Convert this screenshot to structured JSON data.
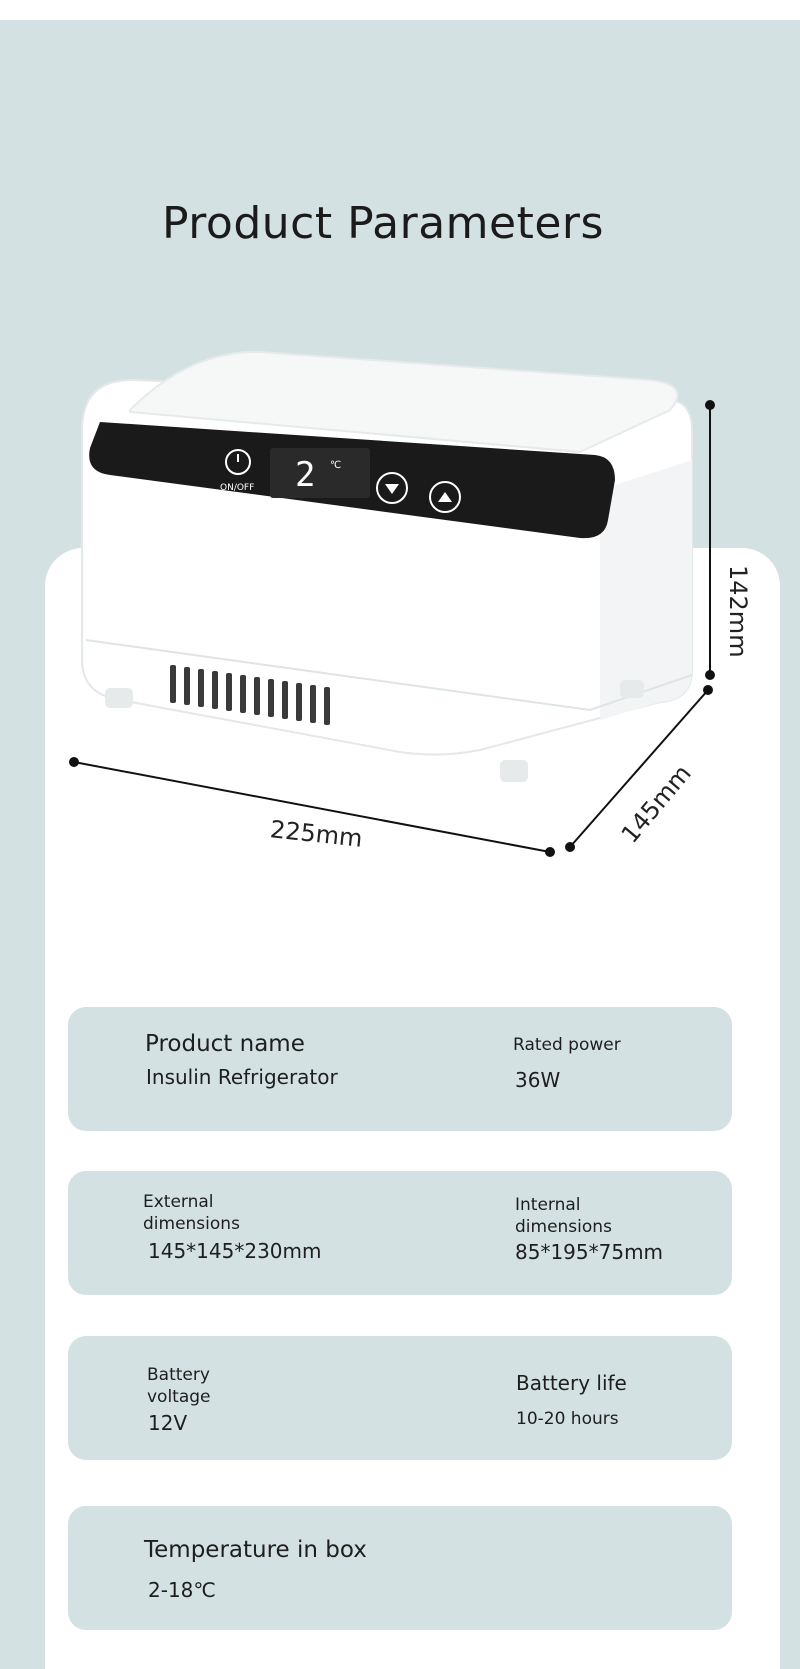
{
  "title": "Product Parameters",
  "dimensions": {
    "width": "225mm",
    "height": "142mm",
    "depth": "145mm"
  },
  "device": {
    "power_label": "ON/OFF",
    "display_value": "2",
    "display_unit": "℃"
  },
  "params": {
    "product_name_label": "Product name",
    "product_name_value": "Insulin Refrigerator",
    "rated_power_label": "Rated power",
    "rated_power_value": "36W",
    "external_label_line1": "External",
    "external_label_line2": "dimensions",
    "external_value": "145*145*230mm",
    "internal_label_line1": "Internal",
    "internal_label_line2": "dimensions",
    "internal_value": "85*195*75mm",
    "battery_voltage_line1": "Battery",
    "battery_voltage_line2": "voltage",
    "battery_voltage_value": "12V",
    "battery_life_label": "Battery life",
    "battery_life_value": "10-20 hours",
    "temperature_label": "Temperature in box",
    "temperature_value": "2-18℃"
  },
  "colors": {
    "background": "#d3e1e2",
    "card": "#d3e1e2",
    "panel": "#1a1a1a"
  }
}
